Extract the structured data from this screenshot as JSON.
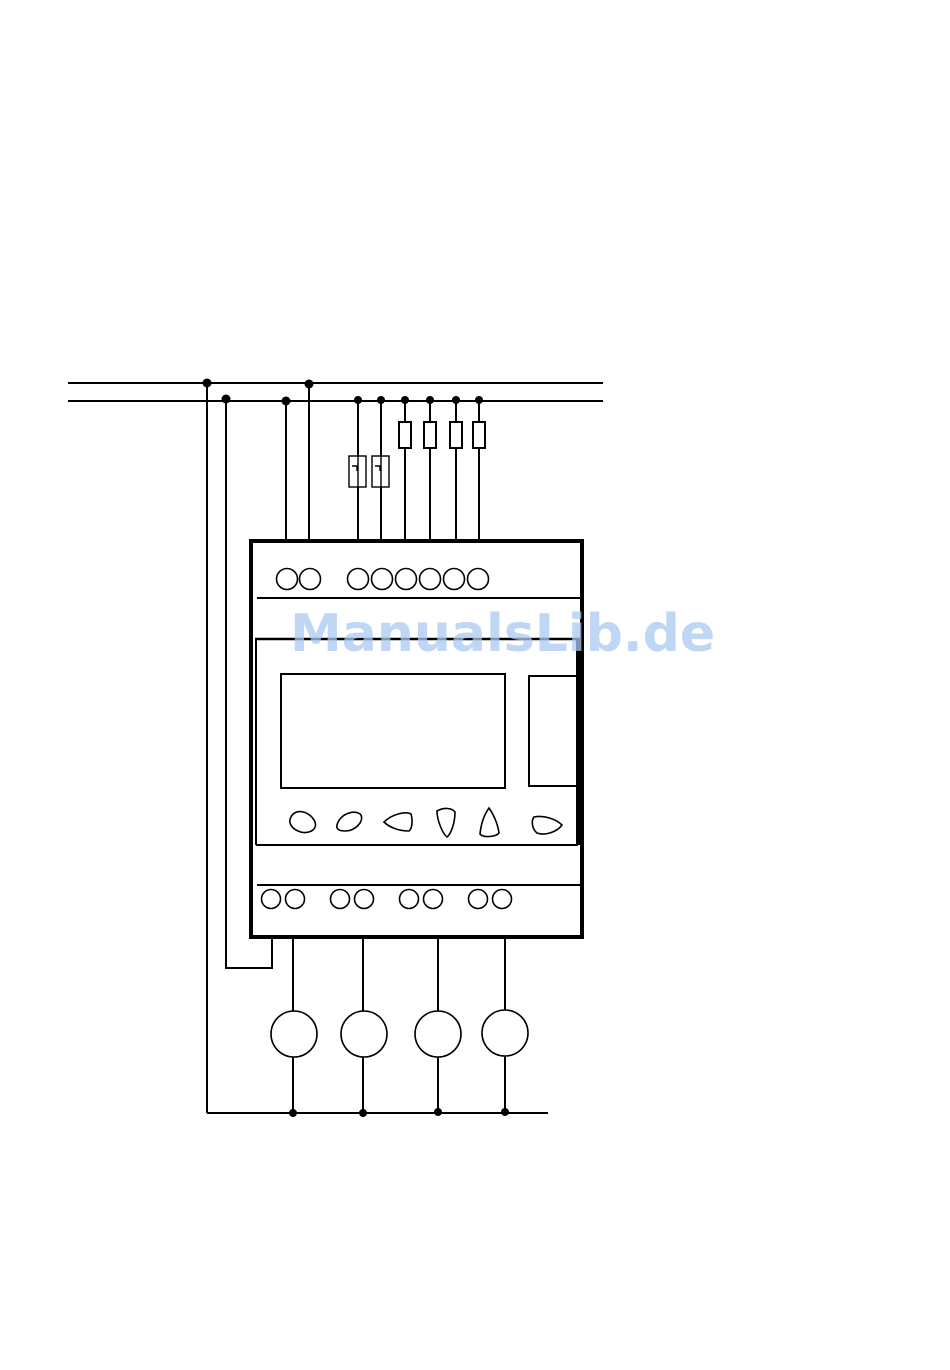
{
  "watermark": {
    "text": "ManualsLib.de",
    "color": "#a9c8f0"
  },
  "device": {
    "top_terminals": 8,
    "bottom_terminals": 8,
    "keys": [
      "left-key",
      "down-key",
      "esc-key",
      "down-arrow-key",
      "up-arrow-key",
      "right-key"
    ]
  },
  "inputs": {
    "switches": 2,
    "resistors": 4
  },
  "outputs": {
    "lamps": 4
  },
  "colors": {
    "line": "#000000",
    "background": "#ffffff"
  }
}
